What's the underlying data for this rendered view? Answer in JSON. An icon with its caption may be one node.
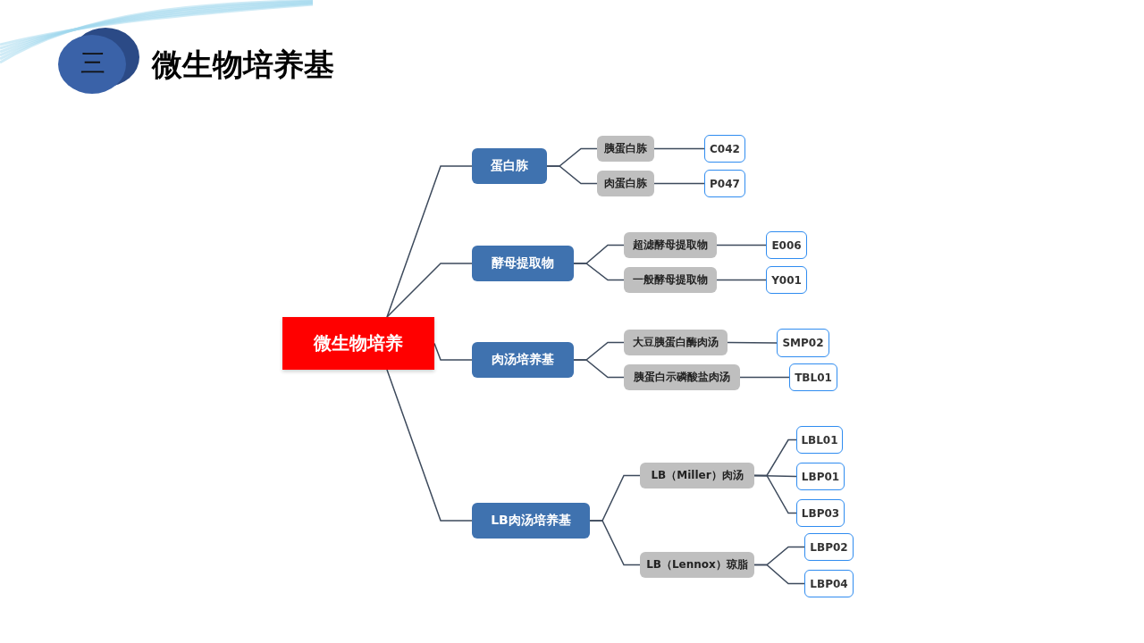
{
  "diagram": {
    "title": "微生物培养基",
    "nodes": [
      {
        "text": [
          "微生物培养"
        ]
      },
      {
        "text": [
          "蛋白胨"
        ]
      },
      {
        "text": [
          "酵母提取物"
        ]
      },
      {
        "text": [
          "肉汤培养基"
        ]
      },
      {
        "text": [
          "LB肉汤培养基"
        ]
      },
      {
        "text": [
          "胰蛋白胨"
        ]
      },
      {
        "text": [
          "肉蛋白胨"
        ]
      },
      {
        "text": [
          "C042"
        ]
      },
      {
        "text": [
          "P047"
        ]
      },
      {
        "text": [
          "超滤酵母提取物"
        ]
      },
      {
        "text": [
          "一般酵母提取物"
        ]
      },
      {
        "text": [
          "E006"
        ]
      },
      {
        "text": [
          "Y001"
        ]
      },
      {
        "text": [
          "大豆胰蛋白酶肉汤"
        ]
      },
      {
        "text": [
          "胰蛋白示磷酸盐肉汤"
        ]
      },
      {
        "text": [
          "SMP02"
        ]
      },
      {
        "text": [
          "TBL01"
        ]
      },
      {
        "text": [
          "LB（Miller）肉汤"
        ]
      },
      {
        "text": [
          "LB（Lennox）琼脂"
        ]
      },
      {
        "text": [
          "LBL01"
        ]
      },
      {
        "text": [
          "LBP01"
        ]
      },
      {
        "text": [
          "LBP03"
        ]
      },
      {
        "text": [
          "LBP02"
        ]
      },
      {
        "text": [
          "LBP04"
        ]
      }
    ],
    "edges": [
      {
        "from": 0,
        "to": 1,
        "arrow": "none"
      },
      {
        "from": 0,
        "to": 2,
        "arrow": "none"
      },
      {
        "from": 0,
        "to": 3,
        "arrow": "none"
      },
      {
        "from": 0,
        "to": 4,
        "arrow": "none"
      },
      {
        "from": 1,
        "to": 5,
        "arrow": "none"
      },
      {
        "from": 1,
        "to": 6,
        "arrow": "none"
      },
      {
        "from": 5,
        "to": 7,
        "arrow": "none"
      },
      {
        "from": 6,
        "to": 8,
        "arrow": "none"
      },
      {
        "from": 2,
        "to": 9,
        "arrow": "none"
      },
      {
        "from": 2,
        "to": 10,
        "arrow": "none"
      },
      {
        "from": 9,
        "to": 11,
        "arrow": "none"
      },
      {
        "from": 10,
        "to": 12,
        "arrow": "none"
      },
      {
        "from": 3,
        "to": 13,
        "arrow": "none"
      },
      {
        "from": 3,
        "to": 14,
        "arrow": "none"
      },
      {
        "from": 13,
        "to": 15,
        "arrow": "none"
      },
      {
        "from": 14,
        "to": 16,
        "arrow": "none"
      },
      {
        "from": 4,
        "to": 17,
        "arrow": "none"
      },
      {
        "from": 4,
        "to": 18,
        "arrow": "none"
      },
      {
        "from": 17,
        "to": 19,
        "arrow": "none"
      },
      {
        "from": 17,
        "to": 20,
        "arrow": "none"
      },
      {
        "from": 17,
        "to": 21,
        "arrow": "none"
      },
      {
        "from": 18,
        "to": 22,
        "arrow": "none"
      },
      {
        "from": 18,
        "to": 23,
        "arrow": "none"
      }
    ],
    "labels": [
      "三"
    ]
  }
}
